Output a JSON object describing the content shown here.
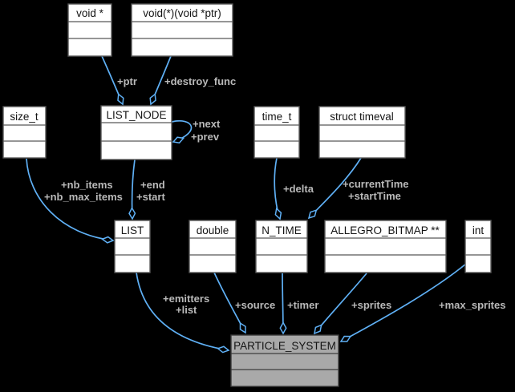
{
  "diagram": {
    "type": "uml-collaboration-diagram",
    "focus_class": "PARTICLE_SYSTEM",
    "colors": {
      "background": "#000000",
      "node_fill": "#ffffff",
      "node_border": "#575757",
      "focus_node_fill": "#a9a9a9",
      "focus_node_border": "#3d3d3d",
      "edge": "#5fb0f5",
      "edge_label": "#b9b9b9",
      "node_text": "#141414"
    },
    "nodes": [
      {
        "id": "void-ptr",
        "label": "void *"
      },
      {
        "id": "destroy-func-type",
        "label": "void(*)(void *ptr)"
      },
      {
        "id": "list-node",
        "label": "LIST_NODE"
      },
      {
        "id": "size-t",
        "label": "size_t"
      },
      {
        "id": "time-t",
        "label": "time_t"
      },
      {
        "id": "struct-timeval",
        "label": "struct timeval"
      },
      {
        "id": "list",
        "label": "LIST"
      },
      {
        "id": "double",
        "label": "double"
      },
      {
        "id": "n-time",
        "label": "N_TIME"
      },
      {
        "id": "allegro-bitmap",
        "label": "ALLEGRO_BITMAP **"
      },
      {
        "id": "int",
        "label": "int"
      },
      {
        "id": "particle-system",
        "label": "PARTICLE_SYSTEM"
      }
    ],
    "edges": [
      {
        "from": "void *",
        "to": "LIST_NODE",
        "relation": "aggregation",
        "labels": [
          "+ptr"
        ]
      },
      {
        "from": "void(*)(void *ptr)",
        "to": "LIST_NODE",
        "relation": "aggregation",
        "labels": [
          "+destroy_func"
        ]
      },
      {
        "from": "LIST_NODE",
        "to": "LIST_NODE",
        "relation": "aggregation",
        "labels": [
          "+next",
          "+prev"
        ]
      },
      {
        "from": "LIST_NODE",
        "to": "LIST",
        "relation": "aggregation",
        "labels": [
          "+end",
          "+start"
        ]
      },
      {
        "from": "size_t",
        "to": "LIST",
        "relation": "aggregation",
        "labels": [
          "+nb_items",
          "+nb_max_items"
        ]
      },
      {
        "from": "time_t",
        "to": "N_TIME",
        "relation": "aggregation",
        "labels": [
          "+delta"
        ]
      },
      {
        "from": "struct timeval",
        "to": "N_TIME",
        "relation": "aggregation",
        "labels": [
          "+currentTime",
          "+startTime"
        ]
      },
      {
        "from": "LIST",
        "to": "PARTICLE_SYSTEM",
        "relation": "aggregation",
        "labels": [
          "+emitters",
          "+list"
        ]
      },
      {
        "from": "double",
        "to": "PARTICLE_SYSTEM",
        "relation": "aggregation",
        "labels": [
          "+source"
        ]
      },
      {
        "from": "N_TIME",
        "to": "PARTICLE_SYSTEM",
        "relation": "aggregation",
        "labels": [
          "+timer"
        ]
      },
      {
        "from": "ALLEGRO_BITMAP **",
        "to": "PARTICLE_SYSTEM",
        "relation": "aggregation",
        "labels": [
          "+sprites"
        ]
      },
      {
        "from": "int",
        "to": "PARTICLE_SYSTEM",
        "relation": "aggregation",
        "labels": [
          "+max_sprites"
        ]
      }
    ]
  }
}
